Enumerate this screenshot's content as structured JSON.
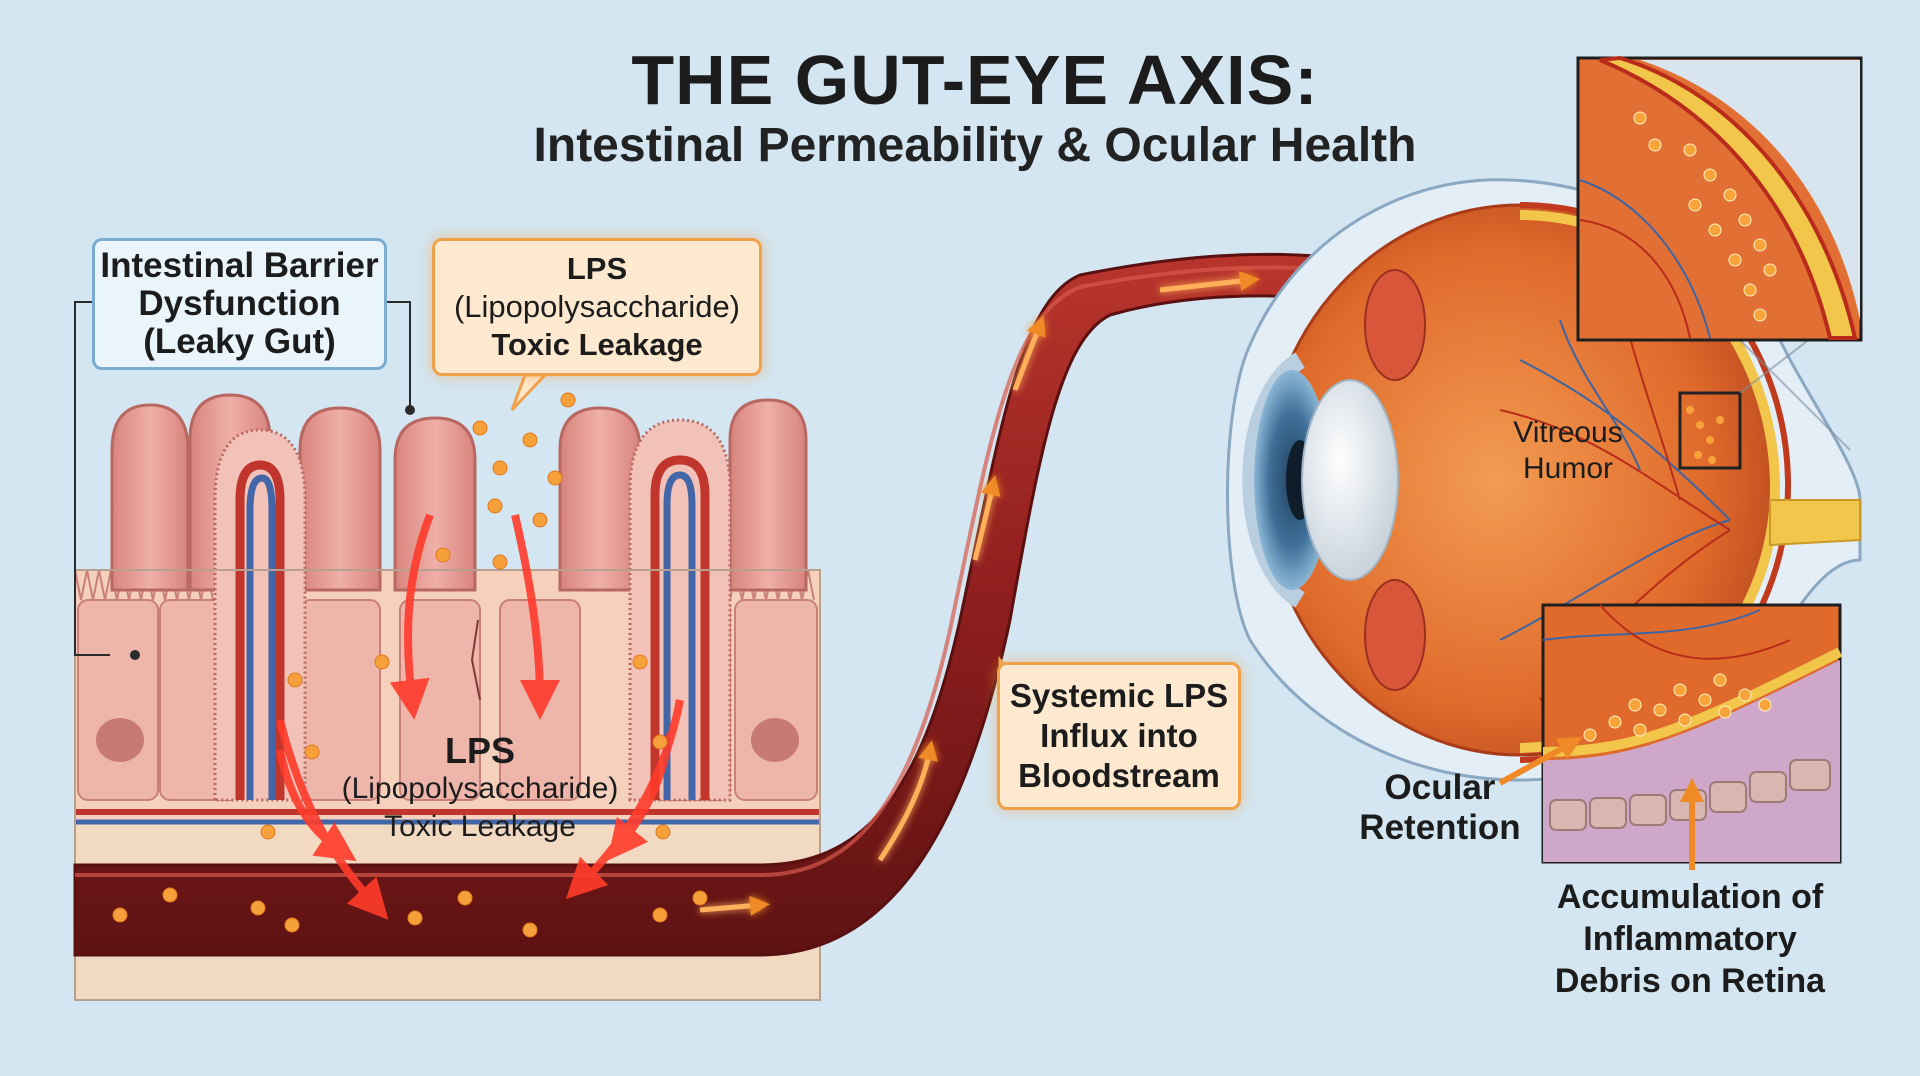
{
  "header": {
    "title": "THE GUT-EYE AXIS:",
    "subtitle": "Intestinal Permeability & Ocular Health"
  },
  "callouts": {
    "barrier": [
      "Intestinal Barrier",
      "Dysfunction",
      "(Leaky Gut)"
    ],
    "lps_top": [
      "LPS",
      "(Lipopolysaccharide)",
      "Toxic Leakage"
    ],
    "lps_inner": [
      "LPS",
      "(Lipopolysaccharide)",
      "Toxic Leakage"
    ],
    "systemic": [
      "Systemic LPS",
      "Influx into",
      "Bloodstream"
    ]
  },
  "eye": {
    "vitreous": [
      "Vitreous",
      "Humor"
    ],
    "ocular_retention": [
      "Ocular",
      "Retention"
    ],
    "accumulation": [
      "Accumulation of",
      "Inflammatory",
      "Debris on Retina"
    ]
  },
  "colors": {
    "background": "#d3e6f1",
    "tissue": "#e9a9a2",
    "blood": "#8e1e1e",
    "lps_particle": "#f5a03a",
    "eye_orange": "#e36d2c",
    "callout_orange": "#f0a24b"
  }
}
